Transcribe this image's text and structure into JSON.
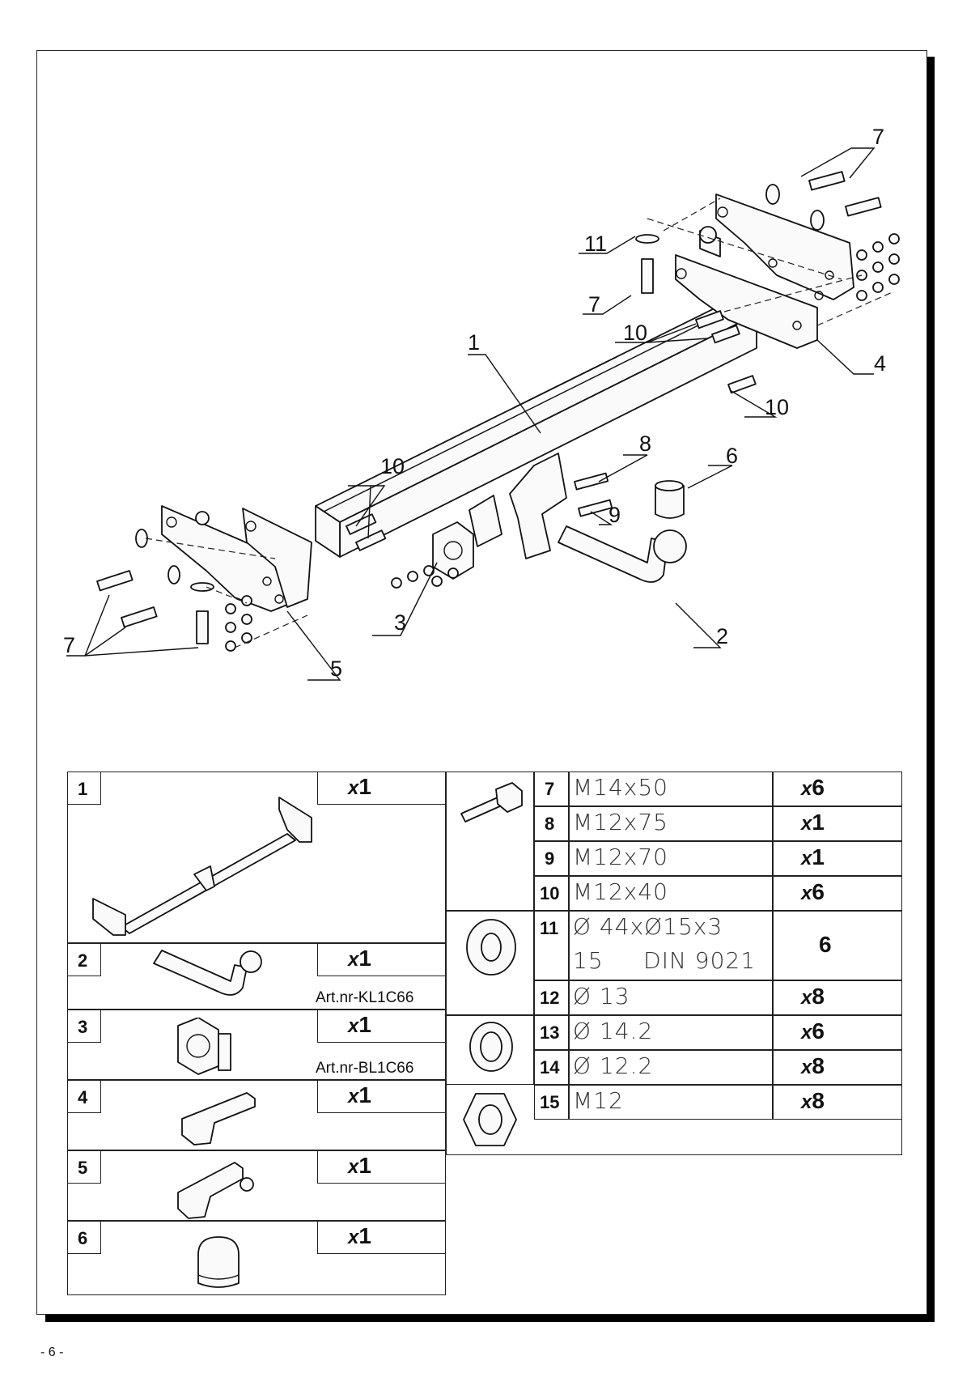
{
  "diagram": {
    "callouts": [
      "1",
      "2",
      "3",
      "4",
      "5",
      "6",
      "7",
      "7",
      "7",
      "8",
      "9",
      "10",
      "10",
      "10",
      "11"
    ]
  },
  "parts_left": [
    {
      "num": "1",
      "qty_prefix": "x",
      "qty": "1",
      "article": ""
    },
    {
      "num": "2",
      "qty_prefix": "x",
      "qty": "1",
      "article": "Art.nr-KL1C66"
    },
    {
      "num": "3",
      "qty_prefix": "x",
      "qty": "1",
      "article": "Art.nr-BL1C66"
    },
    {
      "num": "4",
      "qty_prefix": "x",
      "qty": "1",
      "article": ""
    },
    {
      "num": "5",
      "qty_prefix": "x",
      "qty": "1",
      "article": ""
    },
    {
      "num": "6",
      "qty_prefix": "x",
      "qty": "1",
      "article": ""
    }
  ],
  "parts_right": [
    {
      "num": "7",
      "spec": "M14x50",
      "qty_prefix": "x",
      "qty": "6"
    },
    {
      "num": "8",
      "spec": "M12x75",
      "qty_prefix": "x",
      "qty": "1"
    },
    {
      "num": "9",
      "spec": "M12x70",
      "qty_prefix": "x",
      "qty": "1"
    },
    {
      "num": "10",
      "spec": "M12x40",
      "qty_prefix": "x",
      "qty": "6"
    },
    {
      "num": "11",
      "spec": "Ø 44xØ15x3",
      "spec2": "15     DIN 9021",
      "qty_prefix": "",
      "qty": "6"
    },
    {
      "num": "12",
      "spec": "Ø 13",
      "qty_prefix": "x",
      "qty": "8"
    },
    {
      "num": "13",
      "spec": "Ø 14.2",
      "qty_prefix": "x",
      "qty": "6"
    },
    {
      "num": "14",
      "spec": "Ø 12.2",
      "qty_prefix": "x",
      "qty": "8"
    },
    {
      "num": "15",
      "spec": "M12",
      "qty_prefix": "x",
      "qty": "8"
    }
  ],
  "page_number": "- 6 -"
}
